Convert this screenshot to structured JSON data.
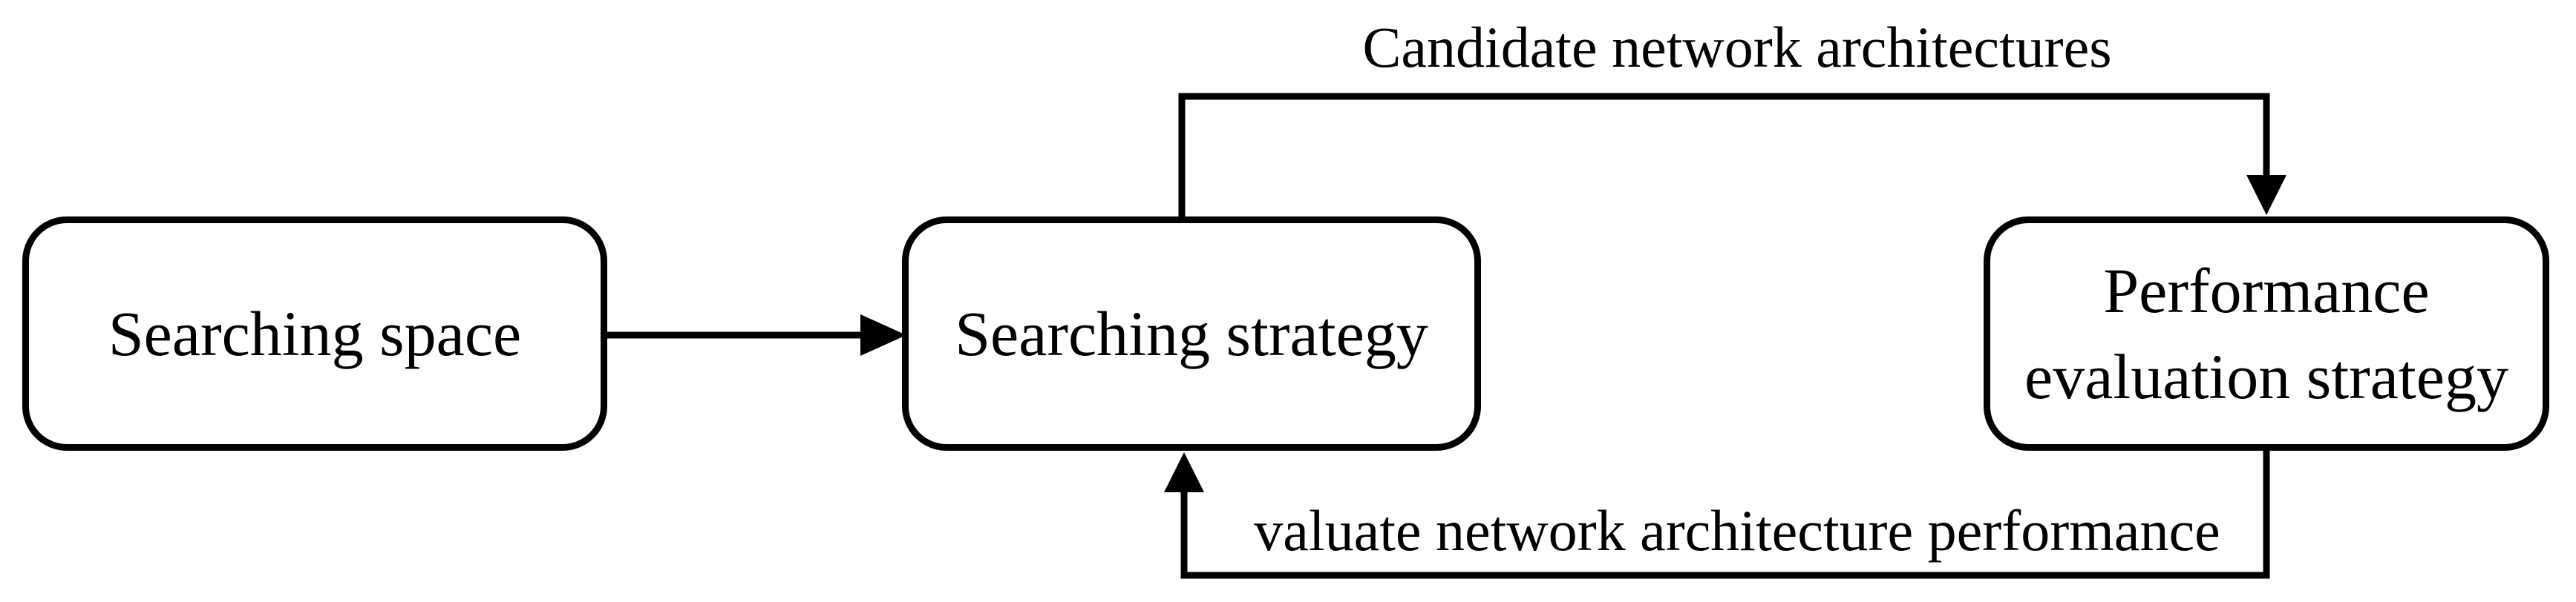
{
  "diagram": {
    "colors": {
      "background": "#ffffff",
      "stroke": "#000000",
      "text": "#000000"
    },
    "nodes": [
      {
        "id": "searching-space",
        "label": "Searching space"
      },
      {
        "id": "searching-strategy",
        "label": "Searching strategy"
      },
      {
        "id": "performance-evaluation-strategy",
        "label": "Performance evaluation strategy",
        "lines": [
          "Performance",
          "evaluation strategy"
        ]
      }
    ],
    "edges": [
      {
        "id": "space-to-strategy",
        "from": "Searching space",
        "to": "Searching strategy",
        "label": ""
      },
      {
        "id": "strategy-to-evaluation",
        "from": "Searching strategy",
        "to": "Performance evaluation strategy",
        "label": "Candidate network architectures"
      },
      {
        "id": "evaluation-to-strategy",
        "from": "Performance evaluation strategy",
        "to": "Searching strategy",
        "label": "valuate network architecture performance"
      }
    ]
  }
}
